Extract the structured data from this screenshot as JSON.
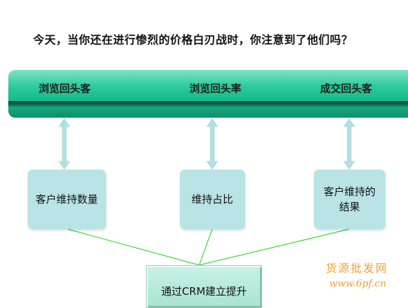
{
  "title": "今天，当你还在进行惨烈的价格白刃战时，你注意到了他们吗？",
  "banner": {
    "labels": [
      "浏览回头客",
      "浏览回头率",
      "成交回头客"
    ],
    "color": "#14b584"
  },
  "boxes": [
    {
      "text": "客户维持数量"
    },
    {
      "text": "维持占比"
    },
    {
      "text": "客户维持的\n结果"
    }
  ],
  "base": {
    "text": "通过CRM建立提升"
  },
  "watermark": {
    "text": "货源批发网",
    "url": "www.6pf.cn"
  },
  "colors": {
    "arrow": "#b4dfe1",
    "connector": "#3cd63c",
    "box": "#b9e3e5"
  }
}
